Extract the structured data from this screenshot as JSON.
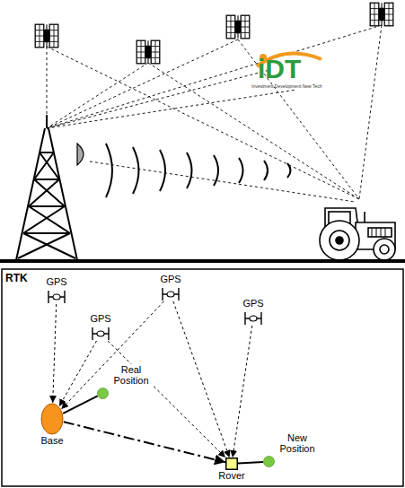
{
  "diagram": {
    "title": "RTK",
    "nodes": [
      {
        "text": [
          "GPS"
        ]
      },
      {
        "text": [
          "GPS"
        ]
      },
      {
        "text": [
          "GPS"
        ]
      },
      {
        "text": [
          "GPS"
        ]
      },
      {
        "text": [
          "Base"
        ]
      },
      {
        "text": [
          "Real Position"
        ]
      },
      {
        "text": [
          "Rover"
        ]
      },
      {
        "text": [
          "New Position"
        ]
      }
    ],
    "edges": [
      {
        "from": 0,
        "to": 4,
        "arrow": "to"
      },
      {
        "from": 1,
        "to": 4,
        "arrow": "to"
      },
      {
        "from": 1,
        "to": 6,
        "arrow": "to"
      },
      {
        "from": 2,
        "to": 4,
        "arrow": "to"
      },
      {
        "from": 2,
        "to": 6,
        "arrow": "to"
      },
      {
        "from": 3,
        "to": 6,
        "arrow": "to"
      },
      {
        "from": 4,
        "to": 6,
        "arrow": "to"
      },
      {
        "from": 4,
        "to": 5,
        "arrow": "none"
      },
      {
        "from": 6,
        "to": 7,
        "arrow": "none"
      }
    ],
    "labels": [
      "iDT",
      "Investment Development New Tech"
    ]
  }
}
